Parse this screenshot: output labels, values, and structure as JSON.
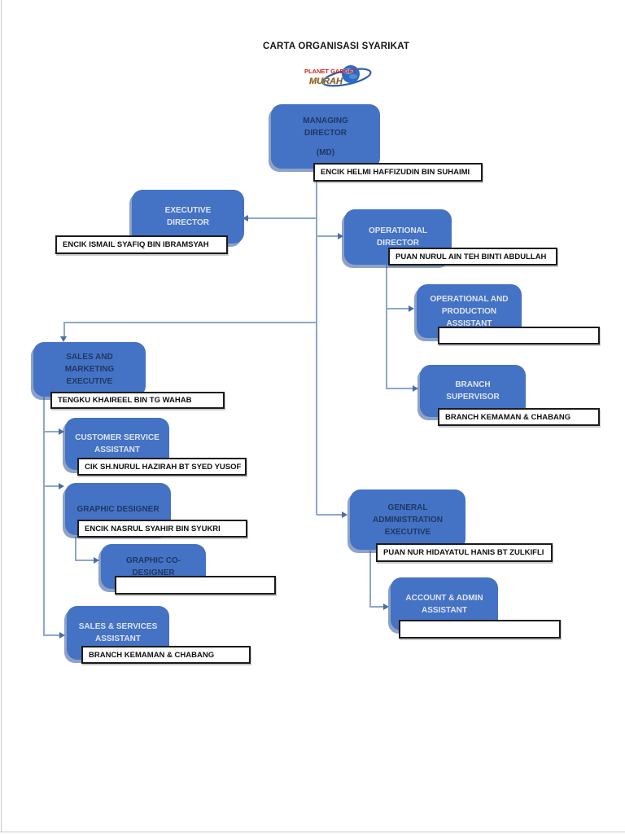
{
  "page_title": "CARTA ORGANISASI SYARIKAT",
  "logo": {
    "brand_line1": "PLANET GADGET",
    "brand_line2": "MURAH"
  },
  "colors": {
    "node_blue": "#4472C4",
    "node_shadow": "#2F5597",
    "text_navy": "#1F3864",
    "text_light": "#E3E9F6",
    "connector_line": "#8EA6CE",
    "arrowhead": "#4A6DA8"
  },
  "nodes": [
    {
      "id": "managing-director",
      "role": "MANAGING DIRECTOR",
      "role2": "(MD)",
      "name": "ENCIK HELMI HAFFIZUDIN BIN SUHAIMI",
      "reports_to": null,
      "text_color": "#1F3864"
    },
    {
      "id": "executive-director",
      "role": "EXECUTIVE DIRECTOR",
      "name": "ENCIK ISMAIL SYAFIQ BIN IBRAMSYAH",
      "reports_to": "managing-director",
      "text_color": "#DEE5F2"
    },
    {
      "id": "operational-director",
      "role": "OPERATIONAL DIRECTOR",
      "name": "PUAN NURUL AIN TEH BINTI ABDULLAH",
      "reports_to": "managing-director",
      "text_color": "#DEE5F2"
    },
    {
      "id": "operational-and-production-assistant",
      "role": "OPERATIONAL AND PRODUCTION ASSISTANT",
      "name": "",
      "reports_to": "operational-director",
      "text_color": "#DEE5F2"
    },
    {
      "id": "branch-supervisor",
      "role": "BRANCH SUPERVISOR",
      "name": "BRANCH KEMAMAN & CHABANG",
      "reports_to": "operational-director",
      "text_color": "#DEE5F2"
    },
    {
      "id": "sales-and-marketing-executive",
      "role": "SALES AND MARKETING EXECUTIVE",
      "name": "TENGKU KHAIREEL BIN TG WAHAB",
      "reports_to": "managing-director",
      "text_color": "#1F3864"
    },
    {
      "id": "customer-service-assistant",
      "role": "CUSTOMER SERVICE ASSISTANT",
      "name": "CIK SH.NURUL HAZIRAH BT SYED YUSOF",
      "reports_to": "sales-and-marketing-executive",
      "text_color": "#DEE5F2"
    },
    {
      "id": "graphic-designer",
      "role": "GRAPHIC DESIGNER",
      "name": "ENCIK NASRUL SYAHIR BIN SYUKRI",
      "reports_to": "sales-and-marketing-executive",
      "text_color": "#1F3864"
    },
    {
      "id": "graphic-co-designer",
      "role": "GRAPHIC CO-DESIGNER",
      "name": "",
      "reports_to": "graphic-designer",
      "text_color": "#1F3864"
    },
    {
      "id": "sales-and-services-assistant",
      "role": "SALES & SERVICES ASSISTANT",
      "name": "BRANCH KEMAMAN & CHABANG",
      "reports_to": "sales-and-marketing-executive",
      "text_color": "#DEE5F2"
    },
    {
      "id": "general-administration-executive",
      "role": "GENERAL ADMINISTRATION EXECUTIVE",
      "name": "PUAN NUR HIDAYATUL HANIS BT ZULKIFLI",
      "reports_to": "managing-director",
      "text_color": "#1F3864"
    },
    {
      "id": "account-admin-assistant",
      "role": "ACCOUNT & ADMIN ASSISTANT",
      "name": "",
      "reports_to": "general-administration-executive",
      "text_color": "#DEE5F2"
    }
  ]
}
